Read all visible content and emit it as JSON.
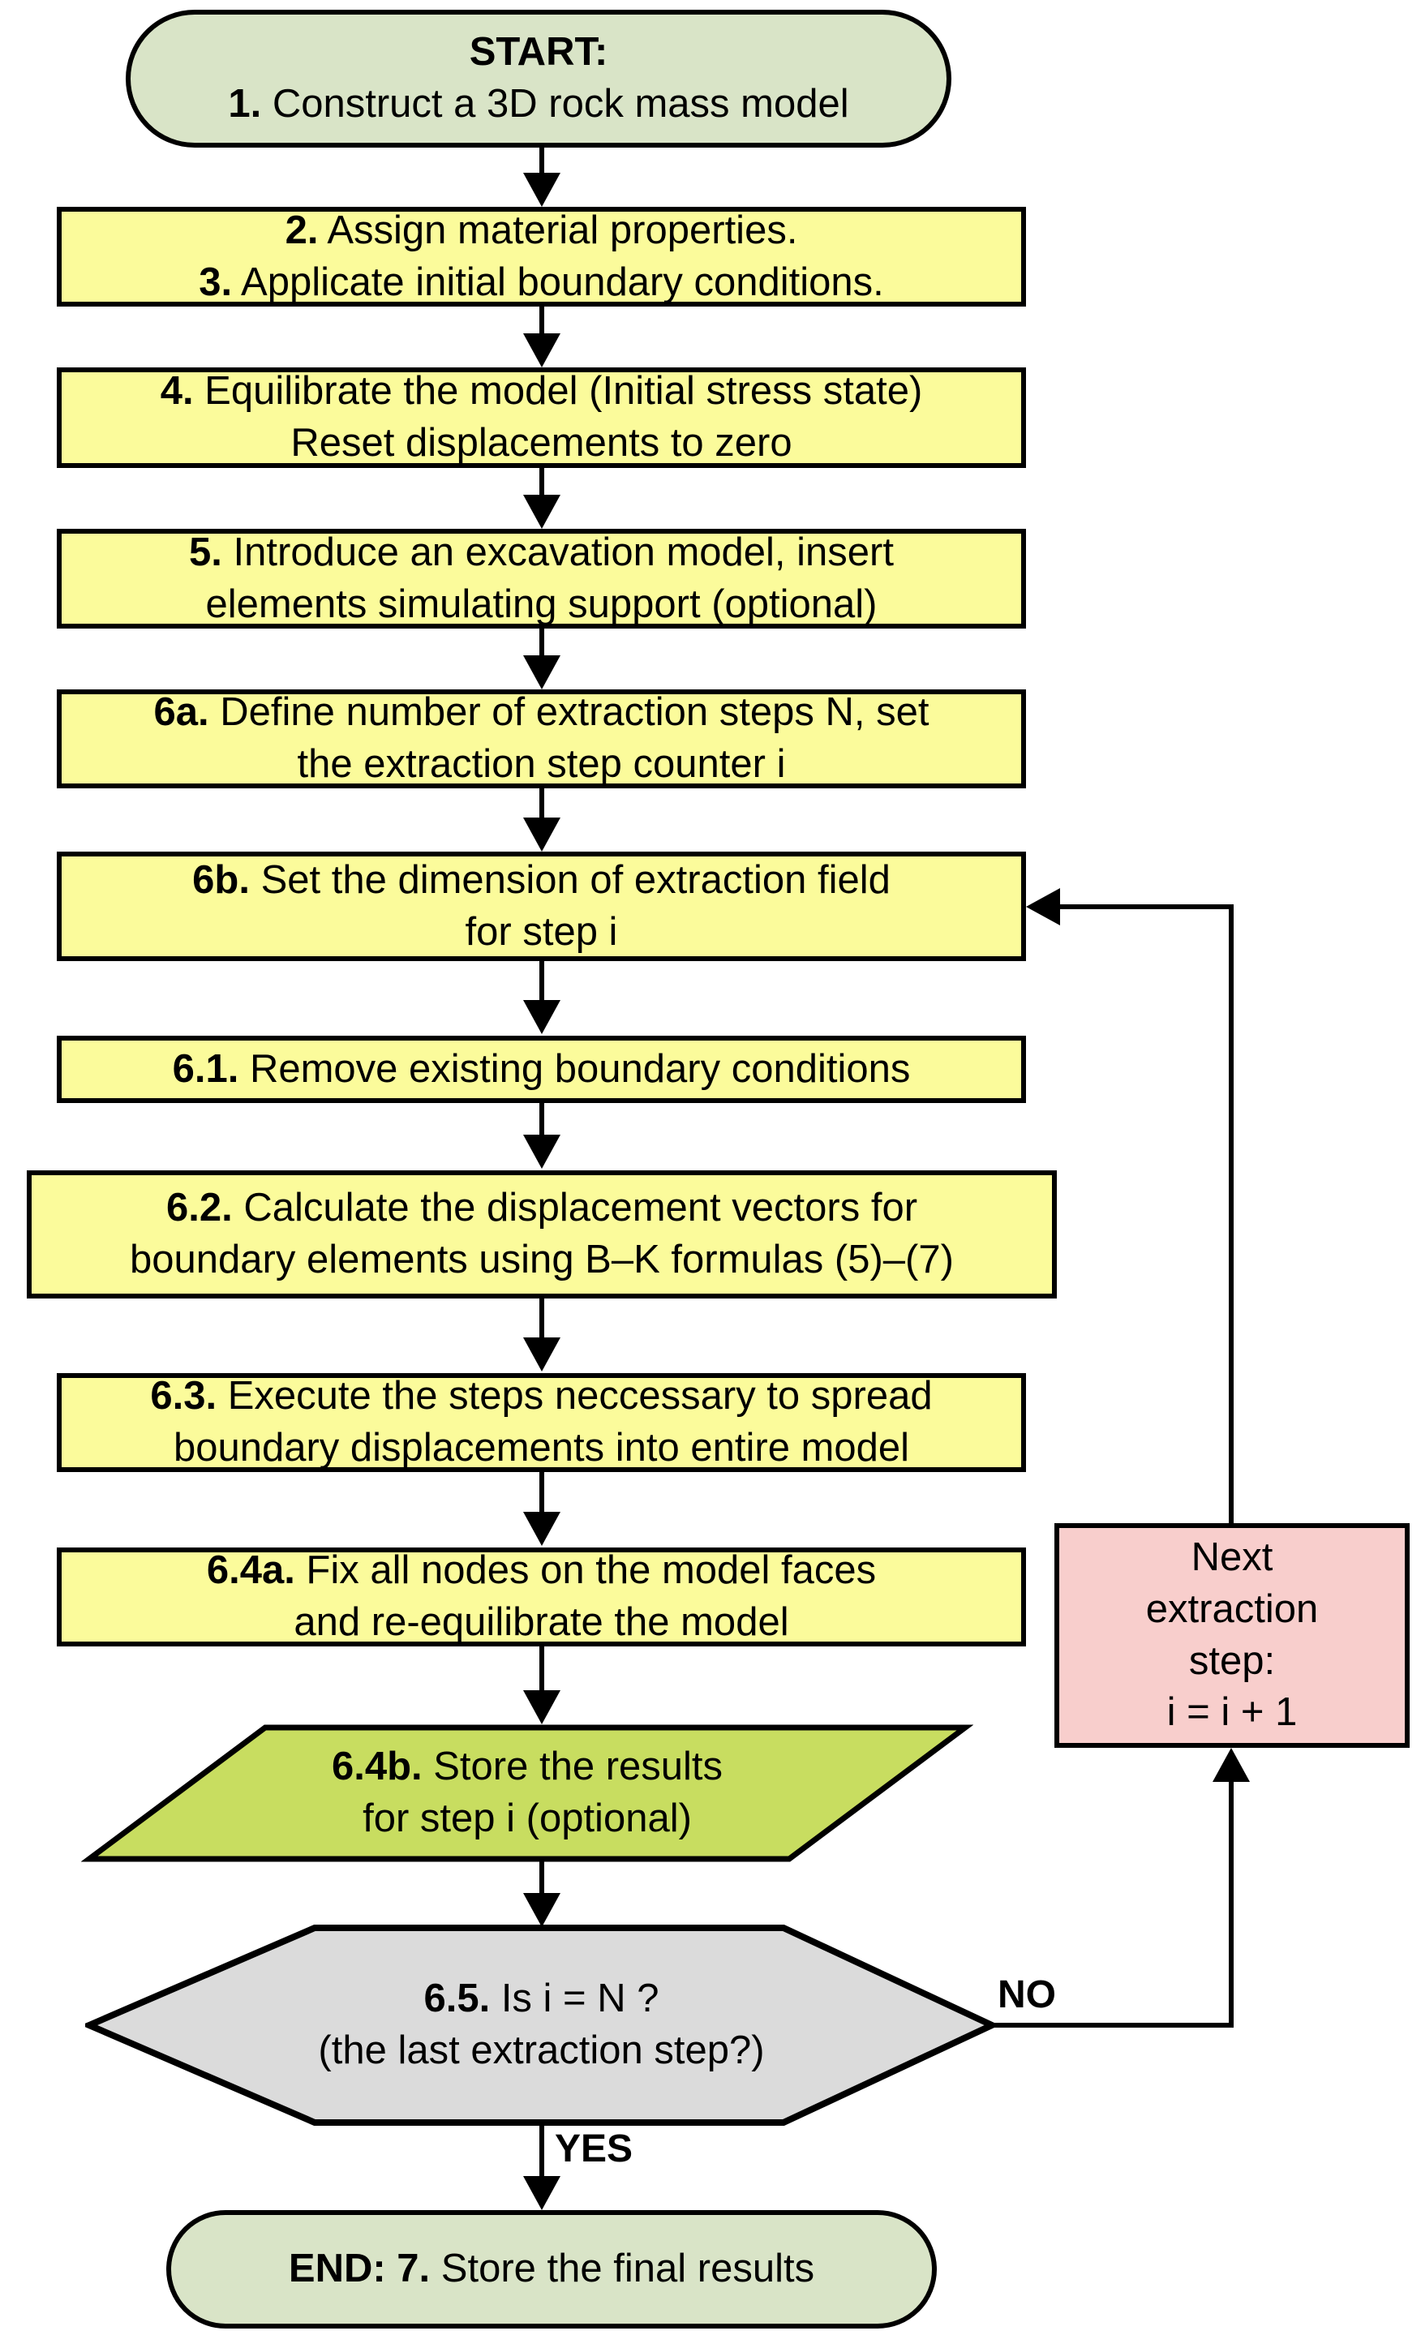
{
  "colors": {
    "process": "#FBFB9B",
    "terminator": "#D9E4C7",
    "store": "#C8DD60",
    "decision": "#DBDBDB",
    "loop": "#F8CECC",
    "stroke": "#000000"
  },
  "nodes": {
    "start": {
      "lines": [
        {
          "b": "START:",
          "t": ""
        },
        {
          "b": "1.",
          "t": " Construct a 3D rock mass model"
        }
      ]
    },
    "s23": {
      "lines": [
        {
          "b": "2.",
          "t": " Assign material properties."
        },
        {
          "b": "3.",
          "t": " Applicate initial boundary conditions."
        }
      ]
    },
    "s4": {
      "lines": [
        {
          "b": "4.",
          "t": " Equilibrate the model (Initial stress state)"
        },
        {
          "b": "",
          "t": "Reset displacements to zero"
        }
      ]
    },
    "s5": {
      "lines": [
        {
          "b": "5.",
          "t": " Introduce an excavation model, insert"
        },
        {
          "b": "",
          "t": "elements simulating support (optional)"
        }
      ]
    },
    "s6a": {
      "lines": [
        {
          "b": "6a.",
          "t": " Define number of extraction steps N, set"
        },
        {
          "b": "",
          "t": "the extraction step counter i"
        }
      ]
    },
    "s6b": {
      "lines": [
        {
          "b": "6b.",
          "t": " Set the dimension of extraction field"
        },
        {
          "b": "",
          "t": "for step i"
        }
      ]
    },
    "s61": {
      "lines": [
        {
          "b": "6.1.",
          "t": " Remove existing boundary conditions"
        }
      ]
    },
    "s62": {
      "lines": [
        {
          "b": "6.2.",
          "t": " Calculate the displacement vectors for"
        },
        {
          "b": "",
          "t": "boundary elements using B–K formulas (5)–(7)"
        }
      ]
    },
    "s63": {
      "lines": [
        {
          "b": "6.3.",
          "t": " Execute the steps neccessary to spread"
        },
        {
          "b": "",
          "t": "boundary displacements into entire model"
        }
      ]
    },
    "s64a": {
      "lines": [
        {
          "b": "6.4a.",
          "t": " Fix all nodes on the model faces"
        },
        {
          "b": "",
          "t": "and re-equilibrate the model"
        }
      ]
    },
    "s64b": {
      "lines": [
        {
          "b": "6.4b.",
          "t": " Store the results"
        },
        {
          "b": "",
          "t": "for step i (optional)"
        }
      ]
    },
    "s65": {
      "lines": [
        {
          "b": "6.5.",
          "t": " Is i = N ?"
        },
        {
          "b": "",
          "t": "(the last extraction step?)"
        }
      ]
    },
    "next": {
      "lines": [
        "Next",
        "extraction",
        "step:",
        "i = i + 1"
      ]
    },
    "end": {
      "lines": [
        {
          "b": "END: 7.",
          "t": " Store the final results"
        }
      ]
    }
  },
  "labels": {
    "no": "NO",
    "yes": "YES"
  }
}
